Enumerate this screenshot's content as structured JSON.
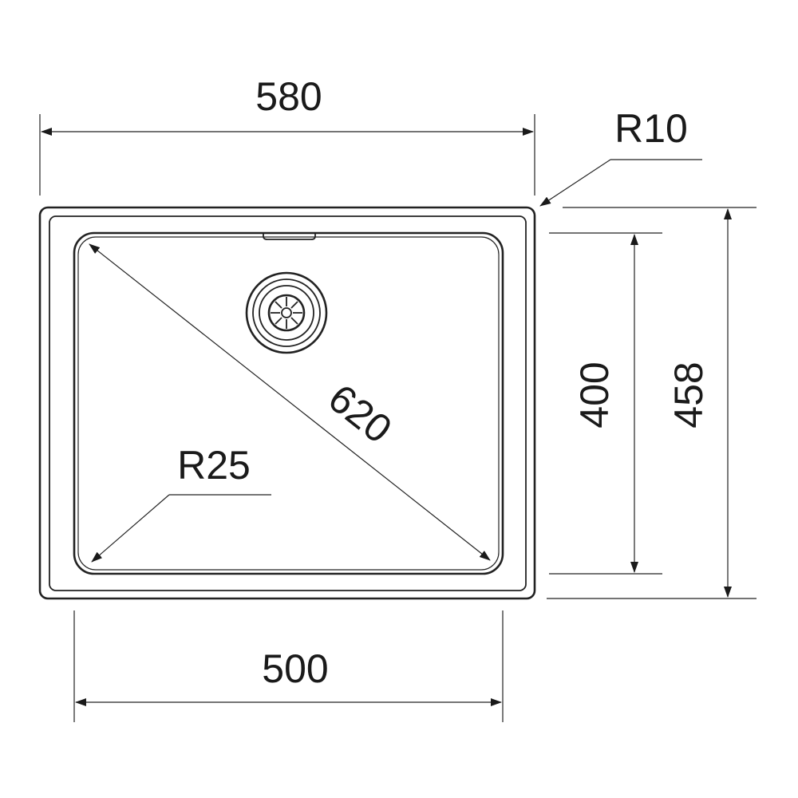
{
  "dimensions": {
    "overall_width": "580",
    "bowl_width": "500",
    "bowl_depth": "400",
    "overall_depth": "458",
    "diagonal": "620",
    "outer_radius": "R10",
    "bowl_radius": "R25"
  },
  "colors": {
    "line": "#222222",
    "text": "#1a1a1a",
    "background": "#ffffff"
  }
}
